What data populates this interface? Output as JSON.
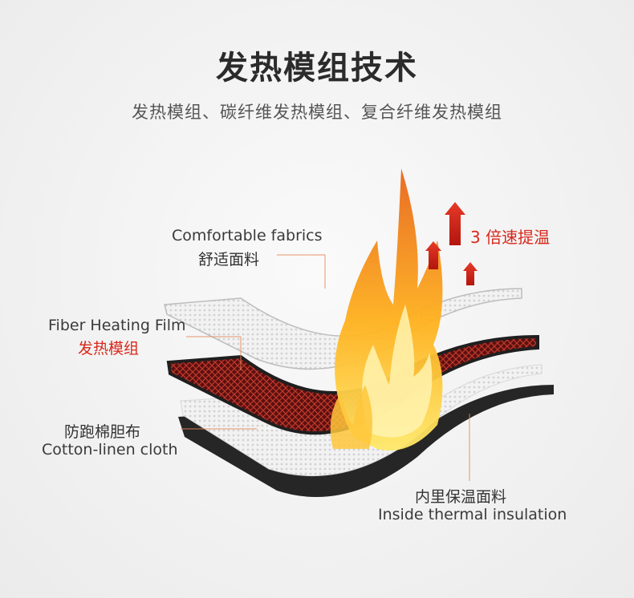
{
  "header": {
    "title": "发热模组技术",
    "subtitle": "发热模组、碳纤维发热模组、复合纤维发热模组"
  },
  "layers": {
    "comfort": {
      "en": "Comfortable fabrics",
      "zh": "舒适面料"
    },
    "fiber": {
      "en": "Fiber Heating Film",
      "zh": "发热模组"
    },
    "cotton": {
      "zh": "防跑棉胆布",
      "en": "Cotton-linen cloth"
    },
    "inside": {
      "zh": "内里保温面料",
      "en": "Inside thermal insulation"
    }
  },
  "boost": {
    "text": "3 倍速提温"
  },
  "colors": {
    "accent_red": "#d8281b",
    "flame_orange": "#f39a1a",
    "flame_yellow": "#ffd23a",
    "dark_layer": "#2a2a2a"
  },
  "icons": [
    "flame-icon",
    "up-arrow-icon"
  ]
}
